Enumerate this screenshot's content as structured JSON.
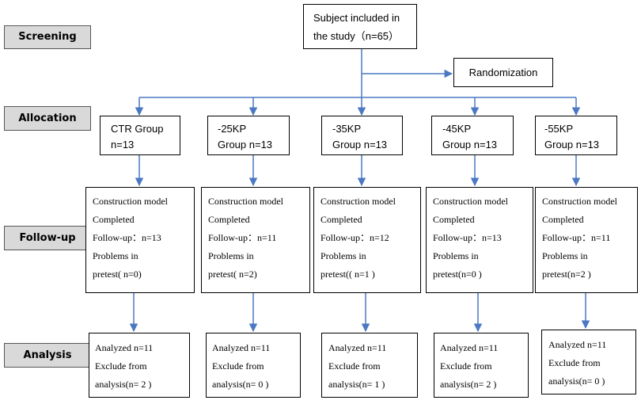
{
  "stages": {
    "screening": "Screening",
    "allocation": "Allocation",
    "follow_up": "Follow-up",
    "analysis": "Analysis"
  },
  "subject": {
    "line1": "Subject included in",
    "line2": "the study（n=65）"
  },
  "randomization": "Randomization",
  "groups": [
    {
      "name": [
        "CTR Group",
        "n=13"
      ],
      "followup": [
        "Construction model",
        "Completed",
        "Follow-up：n=13",
        "Problems in",
        "pretest( n=0)"
      ],
      "analysis": [
        "Analyzed n=11",
        "Exclude from",
        "analysis(n= 2 )"
      ]
    },
    {
      "name": [
        "-25KP",
        "Group n=13"
      ],
      "followup": [
        "Construction model",
        "Completed",
        "Follow-up：n=11",
        "Problems in",
        "pretest( n=2)"
      ],
      "analysis": [
        "Analyzed n=11",
        "Exclude from",
        "analysis(n= 0 )"
      ]
    },
    {
      "name": [
        "-35KP",
        "Group n=13"
      ],
      "followup": [
        "Construction model",
        "Completed",
        "Follow-up：n=12",
        "Problems in",
        "pretest(( n=1 )"
      ],
      "analysis": [
        "Analyzed n=11",
        "Exclude from",
        "analysis(n= 1 )"
      ]
    },
    {
      "name": [
        "-45KP",
        "Group n=13"
      ],
      "followup": [
        "Construction model",
        "Completed",
        "Follow-up：n=13",
        "Problems in",
        "pretest(n=0 )"
      ],
      "analysis": [
        "Analyzed n=11",
        "Exclude from",
        "analysis(n= 2 )"
      ]
    },
    {
      "name": [
        "-55KP",
        "Group n=13"
      ],
      "followup": [
        "Construction model",
        "Completed",
        "Follow-up：n=11",
        "Problems in",
        "pretest(n=2 )"
      ],
      "analysis": [
        "Analyzed n=11",
        "Exclude from",
        "analysis(n= 0 )"
      ]
    }
  ],
  "colors": {
    "arrow": "#4a78c2",
    "stage_fill": "#d9d9d9",
    "border": "#000000"
  }
}
